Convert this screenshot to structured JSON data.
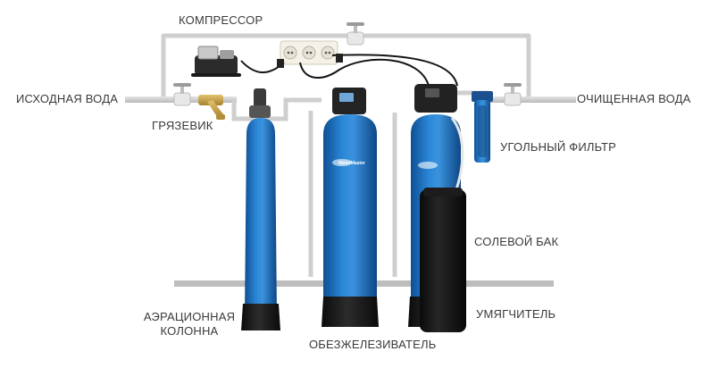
{
  "labels": {
    "compressor": "КОМПРЕССОР",
    "source_water": "ИСХОДНАЯ ВОДА",
    "purified_water": "ОЧИЩЕННАЯ ВОДА",
    "mud_filter": "ГРЯЗЕВИК",
    "carbon_filter": "УГОЛЬНЫЙ ФИЛЬТР",
    "brine_tank": "СОЛЕВОЙ БАК",
    "aeration_column_line1": "АЭРАЦИОННАЯ",
    "aeration_column_line2": "КОЛОННА",
    "iron_remover": "ОБЕЗЖЕЛЕЗИВАТЕЛЬ",
    "softener": "УМЯГЧИТЕЛЬ",
    "brand": "WaterMaster"
  },
  "colors": {
    "tank_blue": "#1f6fbf",
    "tank_base": "#1b1b1b",
    "pipe_gray": "#cfcfcf",
    "label_text": "#3a3a3a",
    "brass": "#c9a24a"
  },
  "icons": {
    "valve": "ball-valve-icon",
    "socket": "power-socket-icon",
    "compressor": "air-compressor-icon"
  }
}
